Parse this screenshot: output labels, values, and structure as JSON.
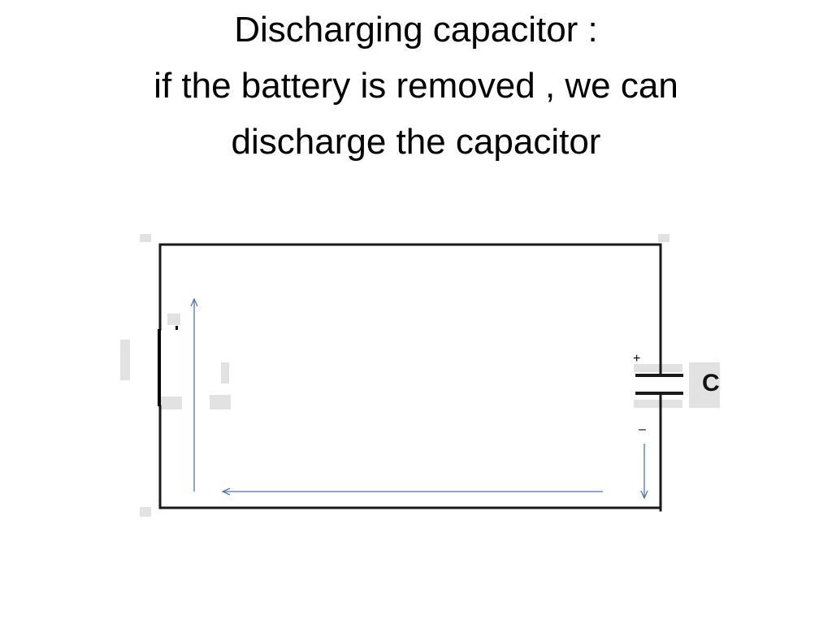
{
  "slide": {
    "title_lines": [
      "Discharging capacitor :",
      "if the battery is removed , we can",
      "discharge the capacitor"
    ]
  },
  "diagram": {
    "capacitor_label": "C",
    "plus_label": "+",
    "minus_label": "–",
    "colors": {
      "wire": "#1a1a1a",
      "current_arrow": "#4a76b5",
      "artifact": "#d8d8d8"
    }
  }
}
